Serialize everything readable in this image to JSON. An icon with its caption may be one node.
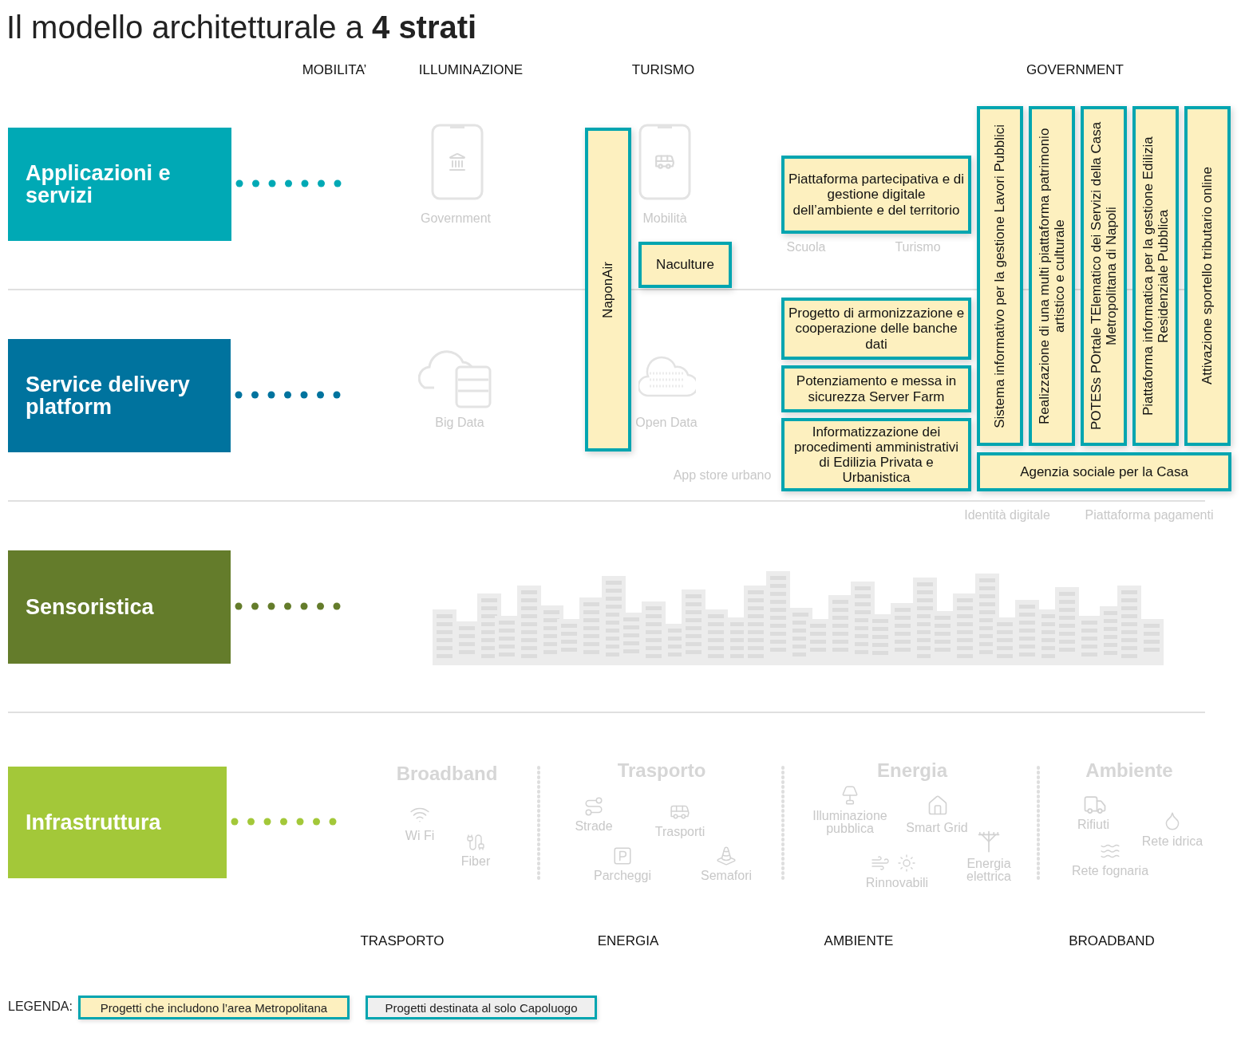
{
  "diagram": {
    "title": "Il modello architetturale a **4 strati**",
    "nodes": [
      {
        "text": [
          "Applicazioni e servizi"
        ]
      },
      {
        "text": [
          "Service delivery platform"
        ]
      },
      {
        "text": [
          "Sensoristica"
        ]
      },
      {
        "text": [
          "Infrastruttura"
        ]
      },
      {
        "text": [
          "NaponAir"
        ]
      },
      {
        "text": [
          "Naculture"
        ]
      },
      {
        "text": [
          "Piattaforma partecipativa e di gestione digitale dell’ambiente e del territorio"
        ]
      },
      {
        "text": [
          "Progetto di armonizzazione e cooperazione delle banche dati"
        ]
      },
      {
        "text": [
          "Potenziamento e messa in sicurezza Server Farm"
        ]
      },
      {
        "text": [
          "Informatizzazione dei procedimenti amministrativi di Edilizia Privata e Urbanistica"
        ]
      },
      {
        "text": [
          "Sistema informativo per la gestione Lavori Pubblici"
        ]
      },
      {
        "text": [
          "Realizzazione di una multi piattaforma patrimonio artistico e culturale"
        ]
      },
      {
        "text": [
          "POTESs POrtale TElematico dei Servizi della Casa Metropolitana di Napoli"
        ]
      },
      {
        "text": [
          "Piattaforma informatica per la gestione Edilizia Residenziale Pubblica"
        ]
      },
      {
        "text": [
          "Attivazione sportello tributario online"
        ]
      },
      {
        "text": [
          "Agenzia sociale per la Casa"
        ]
      }
    ],
    "labels": [
      "MOBILITA’",
      "ILLUMINAZIONE",
      "TURISMO",
      "GOVERNMENT",
      "Government",
      "Mobilità",
      "Scuola",
      "Turismo",
      "Big Data",
      "Open Data",
      "App store urbano",
      "Identità digitale",
      "Piattaforma pagamenti",
      "Broadband",
      "Trasporto",
      "Energia",
      "Ambiente",
      "Wi Fi",
      "Strade",
      "Trasporti",
      "Illuminazione pubblica",
      "Smart Grid",
      "Rifiuti",
      "Rete idrica",
      "Fiber",
      "Parcheggi",
      "Semafori",
      "Rinnovabili",
      "Energia elettrica",
      "Rete fognaria",
      "TRASPORTO",
      "ENERGIA",
      "AMBIENTE",
      "BROADBAND",
      "LEGENDA:"
    ],
    "legend": [
      {
        "text": "Progetti che includono l’area Metropolitana",
        "color": "#fdf0bf"
      },
      {
        "text": "Progetti destinata al solo Capoluogo",
        "color": "#efefef"
      }
    ]
  }
}
